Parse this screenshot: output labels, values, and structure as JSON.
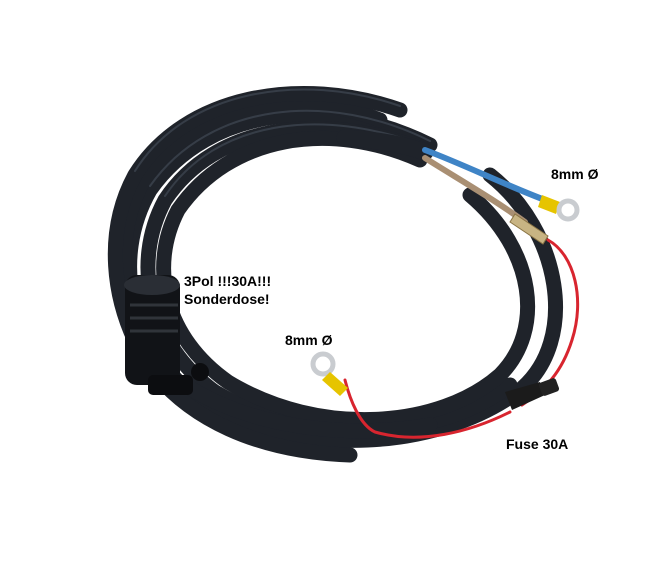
{
  "labels": {
    "ring_top": "8mm Ø",
    "socket_line1": "3Pol !!!30A!!!",
    "socket_line2": "Sonderdose!",
    "ring_left": "8mm Ø",
    "fuse": "Fuse 30A"
  },
  "colors": {
    "cable": "#1f232a",
    "cable_highlight": "#4a5360",
    "wire_blue": "#3f84c6",
    "wire_brown": "#a98f73",
    "wire_red": "#d8252f",
    "terminal_yellow": "#e6c400",
    "ring_metal": "#c9ccd0",
    "background": "#ffffff"
  }
}
